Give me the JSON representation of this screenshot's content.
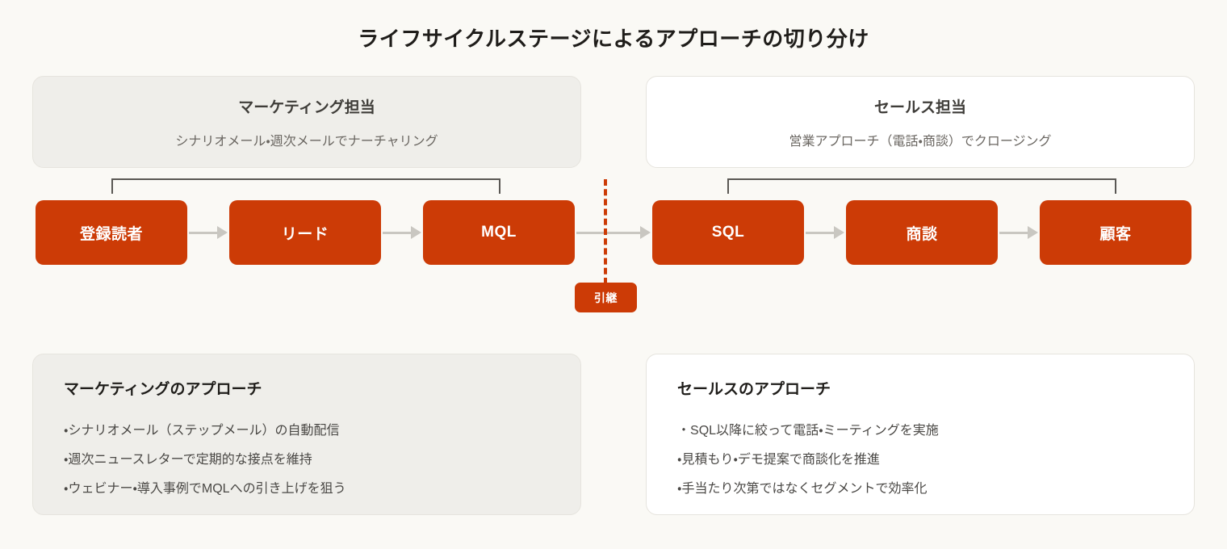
{
  "title": "ライフサイクルステージによるアプローチの切り分け",
  "colors": {
    "background": "#faf9f5",
    "accent": "#cc3b06",
    "panel_gray": "#efeeea",
    "panel_white": "#ffffff",
    "arrow_gray": "#c9c7c1",
    "bracket": "#5a5854"
  },
  "owners": [
    {
      "key": "marketing",
      "title": "マーケティング担当",
      "subtitle": "シナリオメール・週次メールでナーチャリング"
    },
    {
      "key": "sales",
      "title": "セールス担当",
      "subtitle": "営業アプローチ（電話・商談）でクロージング"
    }
  ],
  "stages": [
    {
      "label": "登録読者",
      "owner": "marketing"
    },
    {
      "label": "リード",
      "owner": "marketing"
    },
    {
      "label": "MQL",
      "owner": "marketing"
    },
    {
      "label": "SQL",
      "owner": "sales"
    },
    {
      "label": "商談",
      "owner": "sales"
    },
    {
      "label": "顧客",
      "owner": "sales"
    }
  ],
  "handoff": {
    "label": "引継"
  },
  "detail_cards": [
    {
      "key": "marketing",
      "title": "マーケティングのアプローチ",
      "items": [
        "シナリオメール（ステップメール）の自動配信",
        "週次ニュースレターで定期的な接点を維持",
        "ウェビナー・導入事例でMQLへの引き上げを狙う"
      ]
    },
    {
      "key": "sales",
      "title": "セールスのアプローチ",
      "items": [
        "SQL以降に絞って電話・ミーティングを実施",
        "見積もり・デモ提案で商談化を推進",
        "手当たり次第ではなくセグメントで効率化"
      ]
    }
  ]
}
